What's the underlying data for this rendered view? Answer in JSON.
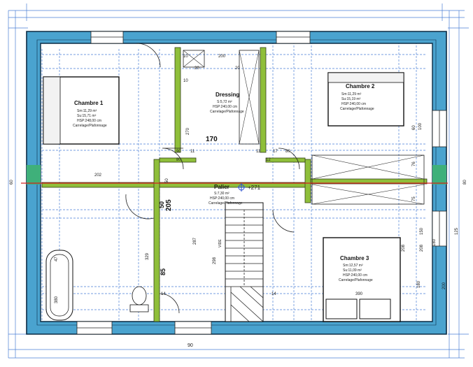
{
  "rooms": {
    "chambre1": {
      "name": "Chambre 1",
      "info": [
        "Sm:11,29 m²",
        "Su:15,71 m²",
        "HSP:248,00 cm",
        "Carrelage/Plafonnage"
      ]
    },
    "chambre2": {
      "name": "Chambre 2",
      "info": [
        "Sm:11,29 m²",
        "Su:15,19 m²",
        "HSP:240,00 cm",
        "Carrelage/Plafonnage"
      ]
    },
    "chambre3": {
      "name": "Chambre 3",
      "info": [
        "Sm:12,57 m²",
        "Su:11,09 m²",
        "HSP:240,00 cm",
        "Carrelage/Plafonnage"
      ]
    },
    "dressing": {
      "name": "Dressing",
      "info": [
        "S:5,72 m²",
        "HSP:240,00 cm",
        "Carrelage/Plafonnage"
      ]
    },
    "palier": {
      "name": "Palier",
      "info": [
        "S:7,30 m²",
        "HSP:240,00 cm",
        "Carrelage/Plafonnage"
      ]
    }
  },
  "level_marker": "+271",
  "void_label": "VIDE",
  "bath_label": "47",
  "handwritten": {
    "dressing_width": "170",
    "palier_width": "205",
    "palier_side": "50",
    "bath_side": "85"
  },
  "dims": {
    "d200": "200",
    "d10a": "10",
    "d20a": "20",
    "d20b": "20",
    "d10b": "10",
    "d202": "202",
    "d90a": "90",
    "d90b": "90",
    "d80a": "80",
    "d80b": "80",
    "d11a": "11",
    "d11b": "11",
    "d17": "17",
    "d12": "12",
    "d14a": "14",
    "d14b": "14",
    "d100": "100",
    "d60": "60",
    "d75": "75",
    "d76": "76",
    "d150": "150",
    "d200b": "200",
    "d208a": "208",
    "d208b": "208",
    "d329": "329",
    "d287": "287",
    "d390": "390",
    "d270": "270",
    "d180a": "180",
    "d180b": "180",
    "d380": "380",
    "d50": "50",
    "d298": "298",
    "left_total": "60",
    "right_total": "80",
    "right_outer": "125"
  }
}
